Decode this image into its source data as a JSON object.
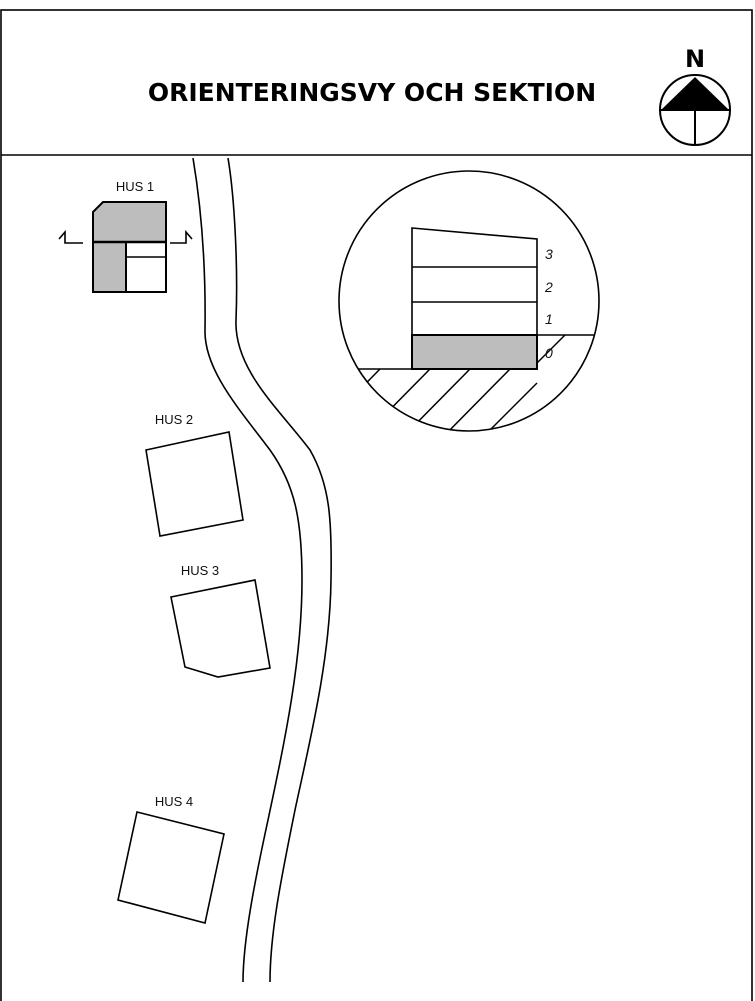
{
  "header": {
    "title": "ORIENTERINGSVY OCH SEKTION",
    "north_label": "N"
  },
  "houses": [
    {
      "label": "HUS 1"
    },
    {
      "label": "HUS 2"
    },
    {
      "label": "HUS 3"
    },
    {
      "label": "HUS 4"
    }
  ],
  "section": {
    "floors": [
      "3",
      "2",
      "1",
      "0"
    ]
  },
  "colors": {
    "fill_gray": "#bdbdbd",
    "line": "#000000"
  }
}
